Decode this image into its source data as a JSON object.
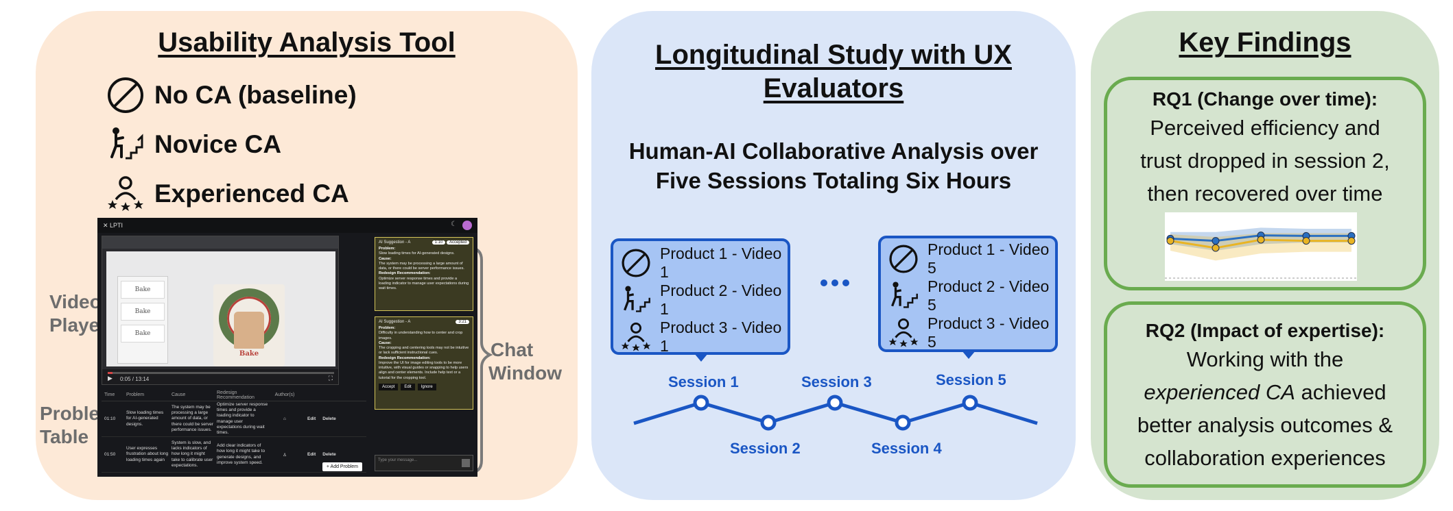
{
  "tool": {
    "title": "Usability Analysis Tool",
    "conditions": [
      {
        "icon": "prohibited-icon",
        "label": "No CA (baseline)"
      },
      {
        "icon": "novice-stairs-icon",
        "label": "Novice CA"
      },
      {
        "icon": "experienced-stars-icon",
        "label": "Experienced CA"
      }
    ],
    "labels": {
      "video_player_line1": "Video",
      "video_player_line2": "Player",
      "problem_table_line1": "Problem",
      "problem_table_line2": "Table",
      "chat_window_line1": "Chat",
      "chat_window_line2": "Window"
    },
    "screenshot": {
      "app_name": "LPTI",
      "video_time": "0:05 / 13:14",
      "thumbs": [
        "Bake",
        "Bake",
        "Bake"
      ],
      "poster_text": "Bake",
      "table_headers": [
        "Time",
        "Problem",
        "Cause",
        "Redesign Recommendation",
        "Author(s)",
        ""
      ],
      "rows": [
        {
          "time": "01:10",
          "problem": "Slow loading times for AI-generated designs.",
          "cause": "The system may be processing a large amount of data, or there could be server performance issues.",
          "rec": "Optimize server response times and provide a loading indicator to manage user expectations during wait times.",
          "edit": "Edit",
          "delete": "Delete"
        },
        {
          "time": "01:50",
          "problem": "User expresses frustration about long loading times again",
          "cause": "System is slow, and lacks indicators of how long it might take to calibrate user expectations.",
          "rec": "Add clear indicators of how long it might take to generate designs, and improve system speed.",
          "edit": "Edit",
          "delete": "Delete"
        }
      ],
      "add_button": "+ Add Problem",
      "cards": [
        {
          "title": "AI Suggestion - A",
          "badge": "1:10",
          "status": "Accepted",
          "problem_label": "Problem:",
          "problem": "Slow loading times for AI-generated designs.",
          "cause_label": "Cause:",
          "cause": "The system may be processing a large amount of data, or there could be server performance issues.",
          "rec_label": "Redesign Recommendation:",
          "rec": "Optimize server response times and provide a loading indicator to manage user expectations during wait times."
        },
        {
          "title": "AI Suggestion - A",
          "badge": "3:21",
          "status": "",
          "problem_label": "Problem:",
          "problem": "Difficulty in understanding how to center and crop images.",
          "cause_label": "Cause:",
          "cause": "The cropping and centering tools may not be intuitive or lack sufficient instructional cues.",
          "rec_label": "Redesign Recommendation:",
          "rec": "Improve the UI for image editing tools to be more intuitive, with visual guides or snapping to help users align and center elements. Include help text or a tutorial for the cropping tool.",
          "accept": "Accept",
          "edit": "Edit",
          "ignore": "Ignore"
        }
      ],
      "chat_placeholder": "Type your message..."
    }
  },
  "study": {
    "title": "Longitudinal Study with UX Evaluators",
    "subtitle_line1": "Human-AI Collaborative Analysis over",
    "subtitle_line2": "Five Sessions Totaling Six Hours",
    "session1_items": [
      "Product 1 - Video 1",
      "Product 2 - Video 1",
      "Product 3 - Video 1"
    ],
    "session5_items": [
      "Product 1 - Video 5",
      "Product 2 - Video 5",
      "Product 3 - Video 5"
    ],
    "sessions": [
      "Session 1",
      "Session 2",
      "Session 3",
      "Session 4",
      "Session 5"
    ],
    "accent_color": "#1a56c4"
  },
  "findings": {
    "title": "Key Findings",
    "rq1_title": "RQ1 (Change over time):",
    "rq1_lines": [
      "Perceived efficiency and",
      "trust dropped in session 2,",
      "then recovered over time"
    ],
    "rq2_title": "RQ2 (Impact of expertise):",
    "rq2_line1": "Working with the",
    "rq2_emph": "experienced CA",
    "rq2_line2_rest": " achieved",
    "rq2_line3": "better analysis outcomes &",
    "rq2_line4": "collaboration experiences",
    "accent_color": "#6aab4f"
  },
  "chart_data": {
    "type": "line",
    "x": [
      1,
      2,
      3,
      4,
      5
    ],
    "series": [
      {
        "values": [
          0.62,
          0.58,
          0.68,
          0.67,
          0.67
        ],
        "band": [
          0.52,
          0.4,
          0.52,
          0.55,
          0.55,
          0.74,
          0.74,
          0.82,
          0.8,
          0.8
        ],
        "color": "#2a6fc1"
      },
      {
        "values": [
          0.58,
          0.45,
          0.6,
          0.58,
          0.58
        ],
        "band": [
          0.4,
          0.22,
          0.35,
          0.38,
          0.38,
          0.7,
          0.65,
          0.72,
          0.72,
          0.72
        ],
        "color": "#e9b424"
      }
    ],
    "ylim": [
      0,
      1
    ],
    "grid": false
  }
}
